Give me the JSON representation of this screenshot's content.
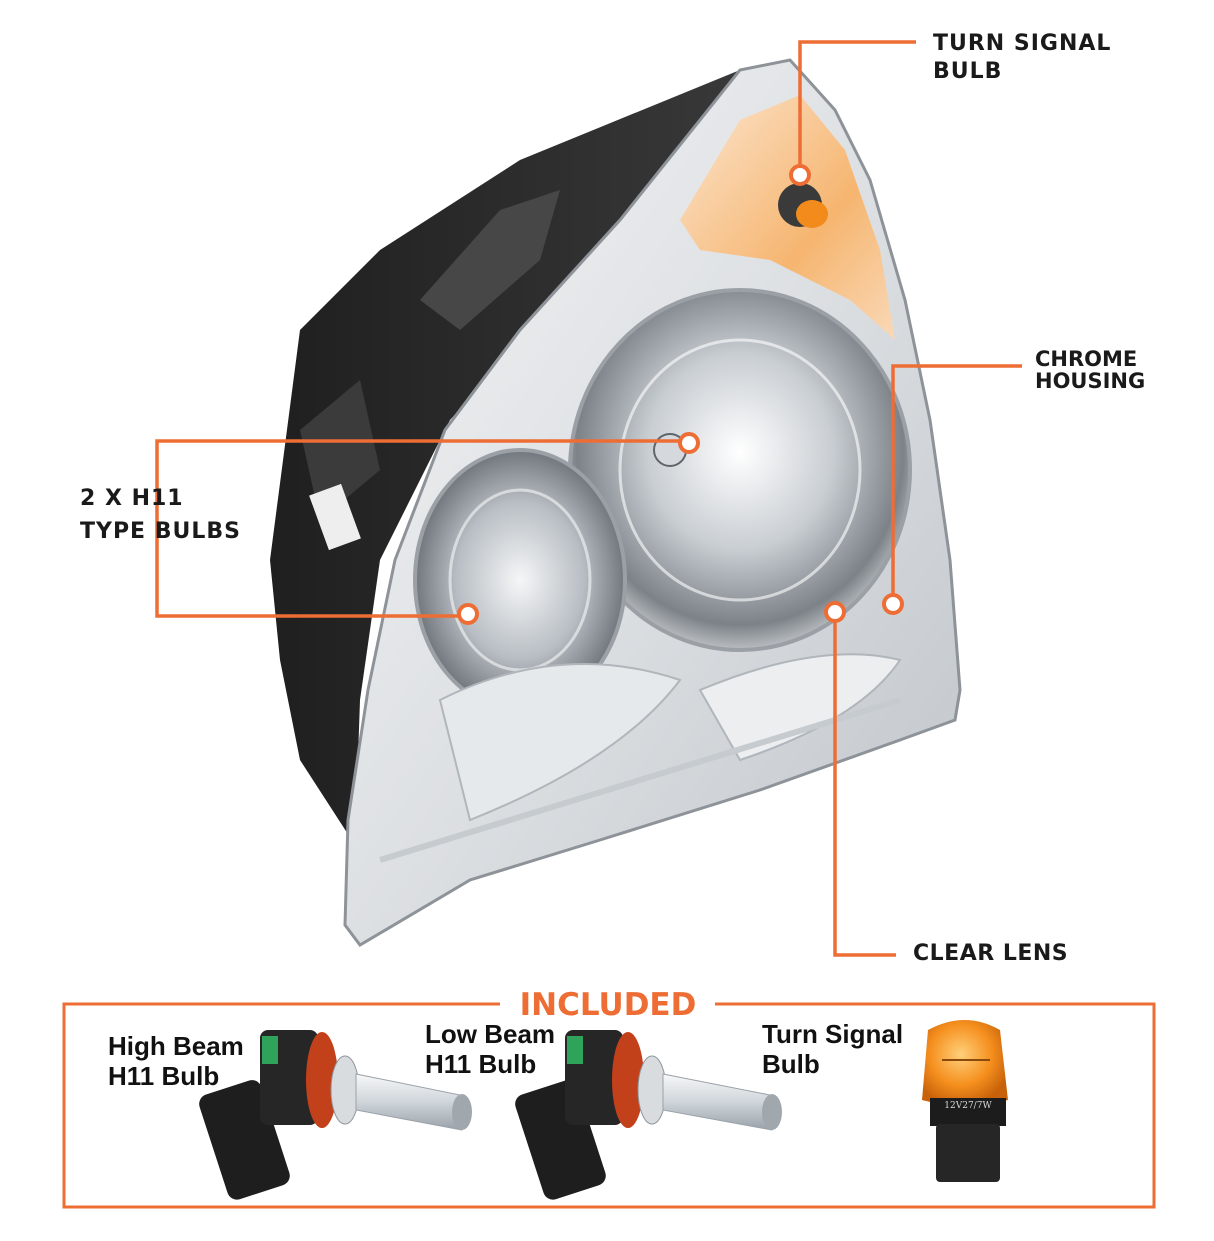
{
  "colors": {
    "accent": "#ee6d34",
    "text": "#1a1a1a",
    "housing": "#2b2b2b",
    "chrome": "#d9dde1",
    "amber": "#f28a1c"
  },
  "callouts": {
    "turn_signal": {
      "line1": "TURN SIGNAL",
      "line2": "BULB"
    },
    "chrome_housing": {
      "line1": "CHROME",
      "line2": "HOUSING"
    },
    "h11_bulbs": {
      "line1": "2 X H11",
      "line2": "TYPE BULBS"
    },
    "clear_lens": {
      "line1": "CLEAR LENS"
    }
  },
  "included": {
    "title": "INCLUDED",
    "items": [
      {
        "line1": "High Beam",
        "line2": "H11 Bulb",
        "icon": "h11-bulb-icon"
      },
      {
        "line1": "Low Beam",
        "line2": "H11 Bulb",
        "icon": "h11-bulb-icon"
      },
      {
        "line1": "Turn Signal",
        "line2": "Bulb",
        "icon": "amber-turn-signal-bulb-icon",
        "bulb_marking": "12V27/7W"
      }
    ]
  }
}
